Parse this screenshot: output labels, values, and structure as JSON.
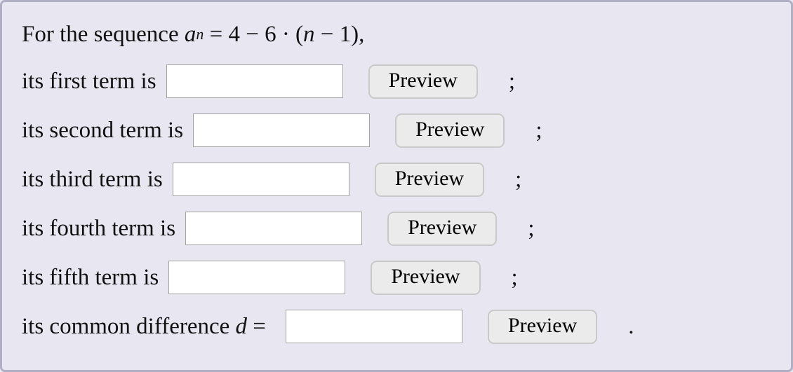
{
  "theme": {
    "panel_background": "#e8e6f1",
    "panel_border_color": "#b1afc4",
    "input_border_color": "#a2a2a2",
    "button_background": "#ebebeb",
    "button_border_color": "#c9c9c9",
    "text_color": "#111111"
  },
  "intro": {
    "before": "For the sequence ",
    "var_a": "a",
    "var_a_sub": "n",
    "mid": " = 4 − 6 · (",
    "var_n": "n",
    "after": " − 1),"
  },
  "rows": [
    {
      "label": "its first term is",
      "input_value": "",
      "button_label": "Preview",
      "punctuation": ";"
    },
    {
      "label": "its second term is",
      "input_value": "",
      "button_label": "Preview",
      "punctuation": ";"
    },
    {
      "label": "its third term is",
      "input_value": "",
      "button_label": "Preview",
      "punctuation": ";"
    },
    {
      "label": "its fourth term is",
      "input_value": "",
      "button_label": "Preview",
      "punctuation": ";"
    },
    {
      "label": "its fifth term is",
      "input_value": "",
      "button_label": "Preview",
      "punctuation": ";"
    },
    {
      "label": "its common difference ",
      "label_var": "d",
      "label_after": " =",
      "input_value": "",
      "button_label": "Preview",
      "punctuation": "."
    }
  ]
}
